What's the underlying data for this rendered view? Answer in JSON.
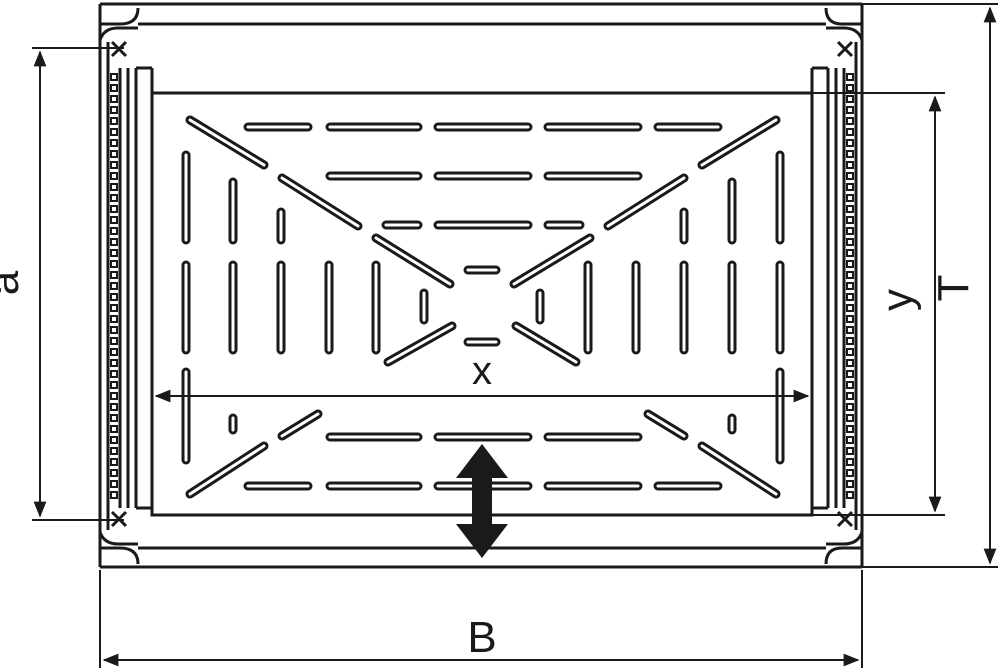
{
  "diagram": {
    "labels": {
      "width_B": "B",
      "depth_T": "T",
      "dim_a": "a",
      "dim_x": "x",
      "dim_y": "y"
    },
    "colors": {
      "stroke": "#1a1a1a",
      "background": "#ffffff"
    }
  }
}
